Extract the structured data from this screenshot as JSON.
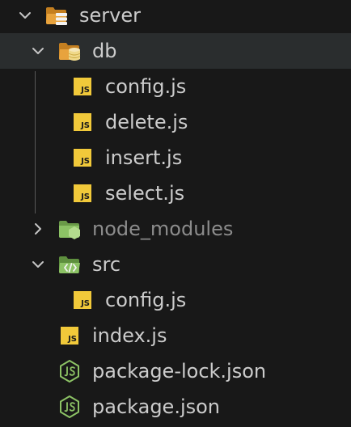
{
  "tree": [
    {
      "label": "server",
      "type": "folder",
      "icon": "folder-server-open-icon",
      "expanded": true
    },
    {
      "label": "db",
      "type": "folder",
      "icon": "folder-db-open-icon",
      "expanded": true,
      "selected": true
    },
    {
      "label": "config.js",
      "type": "file",
      "icon": "js-file-icon",
      "badge": "JS"
    },
    {
      "label": "delete.js",
      "type": "file",
      "icon": "js-file-icon",
      "badge": "JS"
    },
    {
      "label": "insert.js",
      "type": "file",
      "icon": "js-file-icon",
      "badge": "JS"
    },
    {
      "label": "select.js",
      "type": "file",
      "icon": "js-file-icon",
      "badge": "JS"
    },
    {
      "label": "node_modules",
      "type": "folder",
      "icon": "folder-node-icon",
      "expanded": false
    },
    {
      "label": "src",
      "type": "folder",
      "icon": "folder-src-open-icon",
      "expanded": true
    },
    {
      "label": "config.js",
      "type": "file",
      "icon": "js-file-icon",
      "badge": "JS"
    },
    {
      "label": "index.js",
      "type": "file",
      "icon": "js-file-icon",
      "badge": "JS"
    },
    {
      "label": "package-lock.json",
      "type": "file",
      "icon": "nodejs-file-icon"
    },
    {
      "label": "package.json",
      "type": "file",
      "icon": "nodejs-file-icon"
    }
  ],
  "colors": {
    "background": "#181818",
    "selected_row": "#2a2d2e",
    "text": "#cccccc",
    "dimmed_text": "#8c8c8c",
    "folder": "#e8a33d",
    "js_badge": "#f1c93a",
    "node_green": "#8cc265"
  }
}
